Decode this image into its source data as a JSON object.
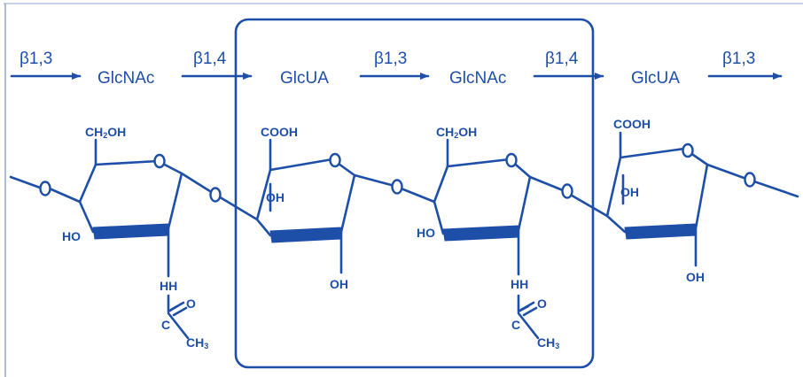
{
  "colors": {
    "stroke": "#1e4fa8",
    "background": "#ffffff",
    "frame": "#8fa6cc"
  },
  "linkages": [
    "β1,3",
    "β1,4",
    "β1,3",
    "β1,4",
    "β1,3"
  ],
  "residues": [
    "GlcNAc",
    "GlcUA",
    "GlcNAc",
    "GlcUA"
  ],
  "groups": {
    "ch2oh_main": "CH",
    "ch2oh_sub": "2",
    "ch2oh_tail": "OH",
    "cooh": "COOH",
    "oh": "OH",
    "ho": "HO",
    "nh": "HH",
    "o": "O",
    "c": "C",
    "ch3_main": "CH",
    "ch3_sub": "3",
    "ring_o": "O"
  }
}
